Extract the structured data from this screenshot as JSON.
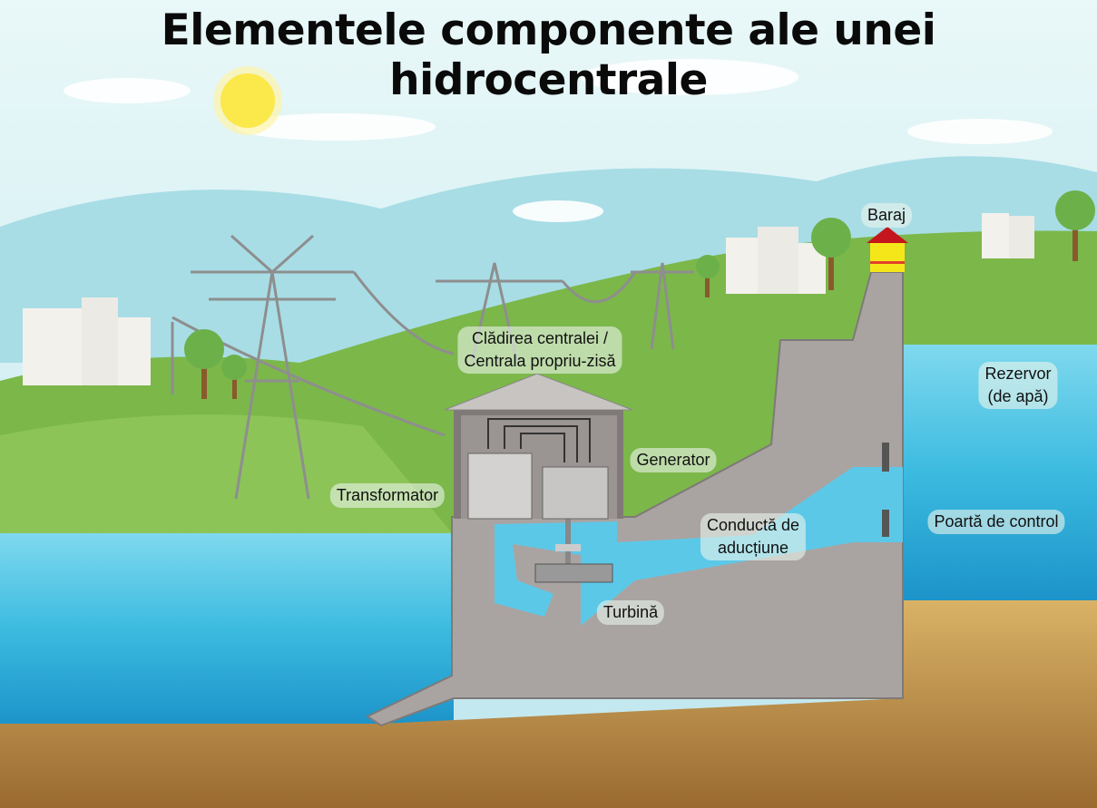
{
  "title": "Elementele componente ale unei hidrocentrale",
  "labels": {
    "baraj": "Baraj",
    "cladire_line1": "Clădirea centralei /",
    "cladire_line2": "Centrala propriu-zisă",
    "generator": "Generator",
    "transformator": "Transformator",
    "rezervor_line1": "Rezervor",
    "rezervor_line2": "(de apă)",
    "conducta_line1": "Conductă de",
    "conducta_line2": "aducțiune",
    "poarta": "Poartă de control",
    "turbina": "Turbină"
  },
  "colors": {
    "sky": "#d6f0f2",
    "grass": "#7cb74a",
    "water": "#3bbde0",
    "dam": "#a9a4a2",
    "soil": "#c49a4e"
  }
}
